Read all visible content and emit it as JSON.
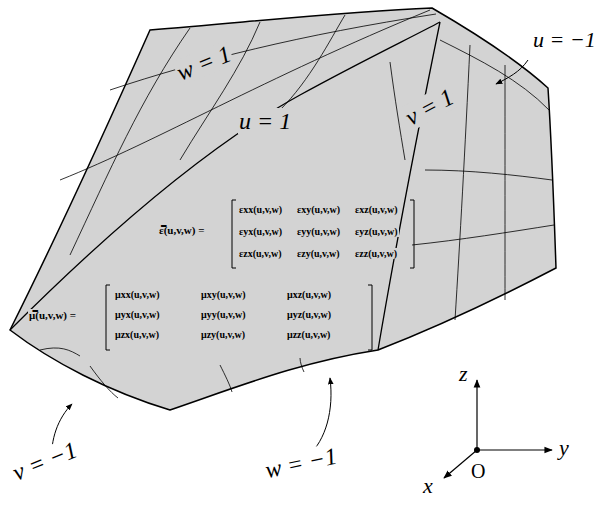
{
  "diagram": {
    "labels": [
      "u = −1",
      "w = 1",
      "u = 1",
      "v = 1",
      "ε̿(u,v,w) =",
      "εxx(u,v,w)",
      "εxy(u,v,w)",
      "εxz(u,v,w)",
      "εyx(u,v,w)",
      "εyy(u,v,w)",
      "εyz(u,v,w)",
      "εzx(u,v,w)",
      "εzy(u,v,w)",
      "εzz(u,v,w)",
      "μ̿(u,v,w) =",
      "μxx(u,v,w)",
      "μxy(u,v,w)",
      "μxz(u,v,w)",
      "μyx(u,v,w)",
      "μyy(u,v,w)",
      "μyz(u,v,w)",
      "μzx(u,v,w)",
      "μzy(u,v,w)",
      "μzz(u,v,w)",
      "v = −1",
      "w = −1",
      "z",
      "y",
      "O",
      "x"
    ]
  }
}
